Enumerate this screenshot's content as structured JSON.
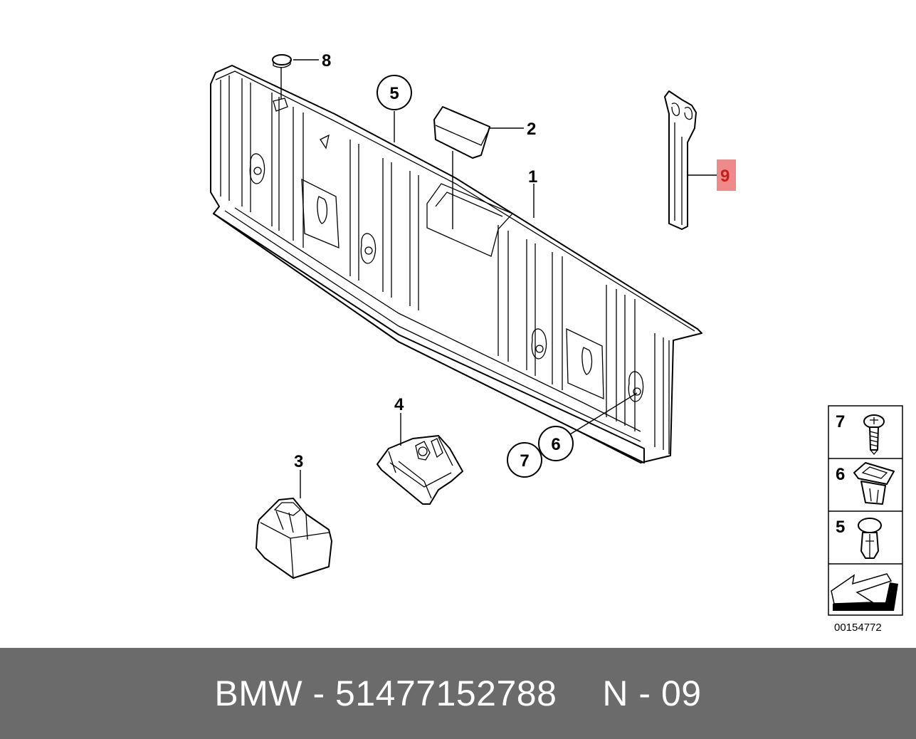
{
  "labels": {
    "part1": "1",
    "part2": "2",
    "part3": "3",
    "part4": "4",
    "part5": "5",
    "part6": "6",
    "part7": "7",
    "part8": "8",
    "part9": "9"
  },
  "legend": {
    "items": [
      {
        "number": "7",
        "icon": "screw-icon"
      },
      {
        "number": "6",
        "icon": "clip-nut-icon"
      },
      {
        "number": "5",
        "icon": "expanding-rivet-icon"
      }
    ],
    "arrow_icon": "arrow-icon"
  },
  "diagram_code": "00154772",
  "highlight_color": "#f08a8a",
  "footer": {
    "part_text": "BMW - 51477152788",
    "position_text": "N - 09"
  }
}
